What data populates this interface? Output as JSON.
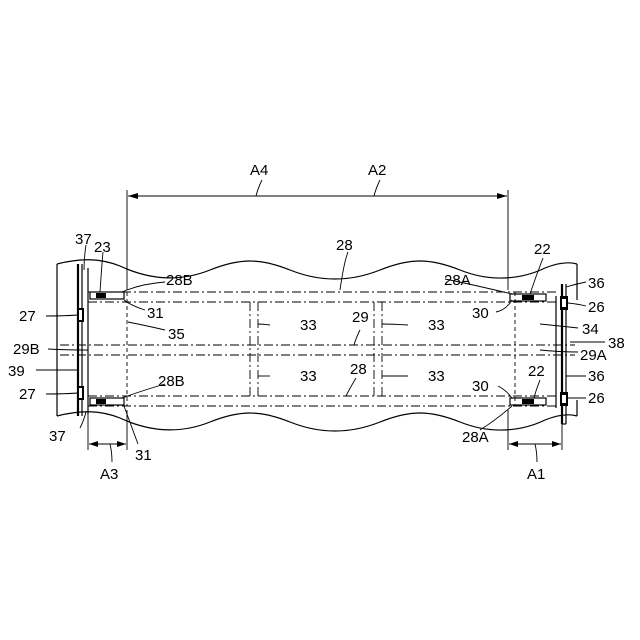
{
  "labels": {
    "A4": "A4",
    "A2": "A2",
    "A1": "A1",
    "A3": "A3",
    "l37_top": "37",
    "l23": "23",
    "l28_top": "28",
    "l22_top": "22",
    "l28B_top": "28B",
    "l28A_top": "28A",
    "l36_top": "36",
    "l27_top": "27",
    "l31_top": "31",
    "l30_top": "30",
    "l26_top": "26",
    "l35": "35",
    "l33_ul": "33",
    "l29": "29",
    "l33_ur": "33",
    "l34": "34",
    "l29B": "29B",
    "l29A": "29A",
    "l38": "38",
    "l39": "39",
    "l33_ll": "33",
    "l28_mid": "28",
    "l33_lr": "33",
    "l28B_bot": "28B",
    "l22_bot": "22",
    "l36_bot": "36",
    "l27_bot": "27",
    "l30_bot": "30",
    "l26_bot": "26",
    "l37_bot": "37",
    "l31_bot": "31",
    "l28A_bot": "28A"
  }
}
